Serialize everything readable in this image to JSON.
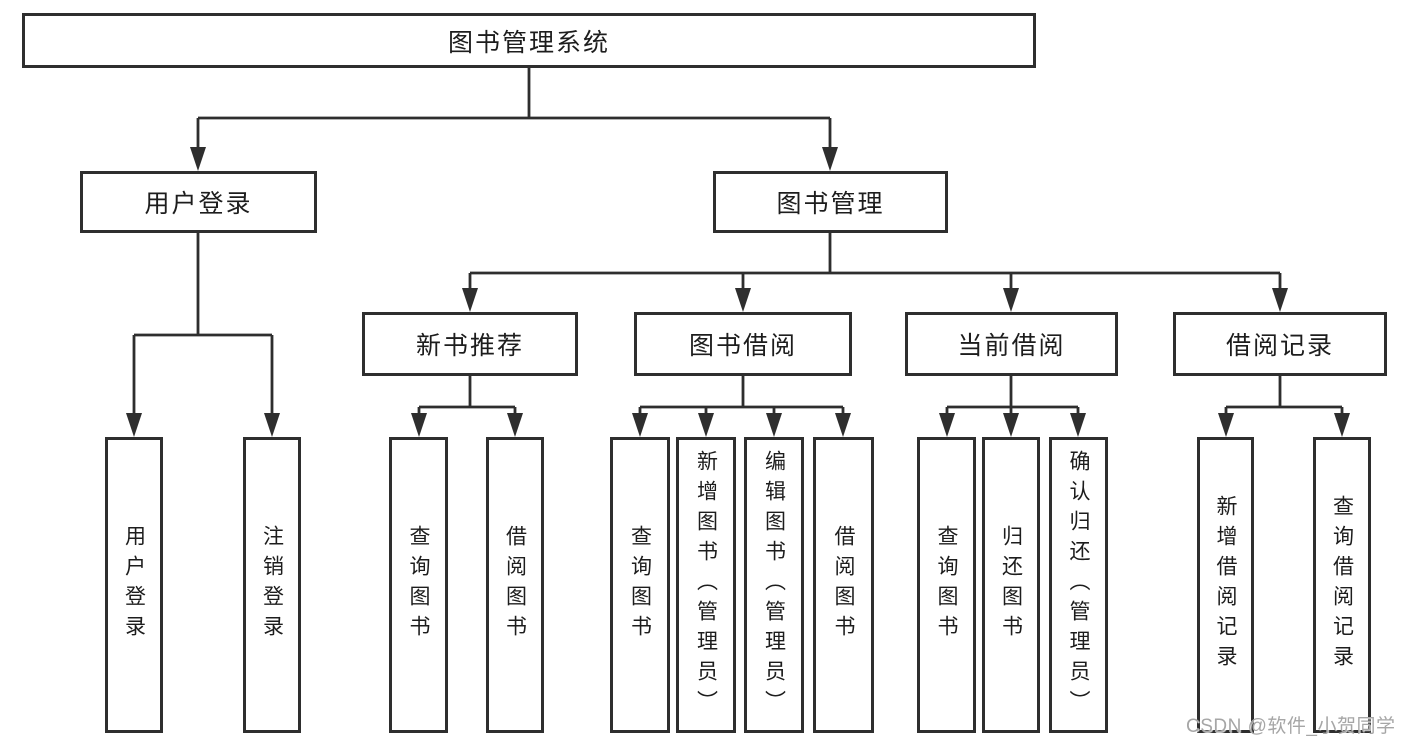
{
  "tree": {
    "root": {
      "label": "图书管理系统"
    },
    "branches": [
      {
        "label": "用户登录",
        "children": [
          {
            "label": "用户登录"
          },
          {
            "label": "注销登录"
          }
        ]
      },
      {
        "label": "图书管理",
        "children": [
          {
            "label": "新书推荐",
            "children": [
              {
                "label": "查询图书"
              },
              {
                "label": "借阅图书"
              }
            ]
          },
          {
            "label": "图书借阅",
            "children": [
              {
                "label": "查询图书"
              },
              {
                "label": "新增图书（管理员）"
              },
              {
                "label": "编辑图书（管理员）"
              },
              {
                "label": "借阅图书"
              }
            ]
          },
          {
            "label": "当前借阅",
            "children": [
              {
                "label": "查询图书"
              },
              {
                "label": "归还图书"
              },
              {
                "label": "确认归还（管理员）"
              }
            ]
          },
          {
            "label": "借阅记录",
            "children": [
              {
                "label": "新增借阅记录"
              },
              {
                "label": "查询借阅记录"
              }
            ]
          }
        ]
      }
    ]
  },
  "watermark": "CSDN @软件_小贺同学",
  "colors": {
    "line": "#2e2e2e",
    "box_border": "#2e2e2e",
    "text": "#1d1d1d",
    "background": "#ffffff",
    "watermark": "#a6a6a6"
  }
}
